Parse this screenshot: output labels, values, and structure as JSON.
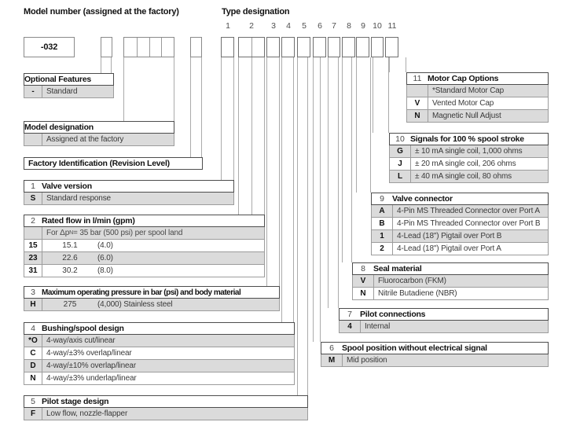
{
  "page": {
    "model_number_label": "Model number (assigned at the factory)",
    "type_designation_label": "Type designation",
    "model_number_value": "-032"
  },
  "type_slots": [
    "1",
    "2",
    "3",
    "4",
    "5",
    "6",
    "7",
    "8",
    "9",
    "10",
    "11"
  ],
  "colors": {
    "shaded_row": "#dbdbdb",
    "header_border": "#4d4d4d",
    "row_border": "#9c9c9c",
    "leg_line": "#ababab"
  },
  "tables": {
    "optional_features": {
      "title": "Optional Features",
      "rows": [
        {
          "code": "-",
          "desc": "Standard",
          "shaded": true
        }
      ]
    },
    "model_designation": {
      "title": "Model designation",
      "rows": [
        {
          "code": "",
          "desc": "Assigned at the factory",
          "shaded": true
        }
      ]
    },
    "factory_identification": {
      "title": "Factory Identification (Revision Level)",
      "header_only": true
    },
    "t1": {
      "num": "1",
      "title": "Valve version",
      "rows": [
        {
          "code": "S",
          "desc": "Standard response",
          "shaded": true
        }
      ]
    },
    "t2": {
      "num": "2",
      "title": "Rated flow in l/min (gpm)",
      "subheader": {
        "pre": "For Δp",
        "sub": "N",
        "post": " = 35 bar (500 psi) per spool land"
      },
      "rows": [
        {
          "code": "15",
          "cols": [
            "15.1",
            "(4.0)"
          ]
        },
        {
          "code": "23",
          "cols": [
            "22.6",
            "(6.0)"
          ],
          "shaded": true
        },
        {
          "code": "31",
          "cols": [
            "30.2",
            "(8.0)"
          ]
        }
      ]
    },
    "t3": {
      "num": "3",
      "title": "Maximum operating pressure in bar (psi) and body material",
      "rows": [
        {
          "code": "H",
          "cols": [
            "275",
            "(4,000) Stainless steel"
          ],
          "shaded": true
        }
      ]
    },
    "t4": {
      "num": "4",
      "title": "Bushing/spool design",
      "rows": [
        {
          "code": "*O",
          "desc": "4-way/axis cut/linear",
          "shaded": true
        },
        {
          "code": "C",
          "desc": "4-way/±3% overlap/linear"
        },
        {
          "code": "D",
          "desc": "4-way/±10% overlap/linear",
          "shaded": true
        },
        {
          "code": "N",
          "desc": "4-way/±3% underlap/linear"
        }
      ]
    },
    "t5": {
      "num": "5",
      "title": "Pilot stage design",
      "rows": [
        {
          "code": "F",
          "desc": "Low flow, nozzle-flapper",
          "shaded": true
        }
      ]
    },
    "t6": {
      "num": "6",
      "title": "Spool position without electrical signal",
      "rows": [
        {
          "code": "M",
          "desc": "Mid position",
          "shaded": true
        }
      ]
    },
    "t7": {
      "num": "7",
      "title": "Pilot connections",
      "rows": [
        {
          "code": "4",
          "desc": "Internal",
          "shaded": true
        }
      ]
    },
    "t8": {
      "num": "8",
      "title": "Seal material",
      "rows": [
        {
          "code": "V",
          "desc": "Fluorocarbon (FKM)",
          "shaded": true
        },
        {
          "code": "N",
          "desc": "Nitrile Butadiene (NBR)"
        }
      ]
    },
    "t9": {
      "num": "9",
      "title": "Valve connector",
      "rows": [
        {
          "code": "A",
          "desc": "4-Pin MS Threaded Connector over Port A",
          "shaded": true
        },
        {
          "code": "B",
          "desc": "4-Pin MS Threaded Connector over Port B"
        },
        {
          "code": "1",
          "desc": "4-Lead (18\") Pigtail over Port B",
          "shaded": true
        },
        {
          "code": "2",
          "desc": "4-Lead (18\") Pigtail over Port A"
        }
      ]
    },
    "t10": {
      "num": "10",
      "title": "Signals for 100 % spool stroke",
      "rows": [
        {
          "code": "G",
          "desc": "± 10 mA single coil, 1,000 ohms",
          "shaded": true
        },
        {
          "code": "J",
          "desc": "± 20 mA single coil, 206 ohms"
        },
        {
          "code": "L",
          "desc": "± 40 mA single coil, 80 ohms",
          "shaded": true
        }
      ]
    },
    "t11": {
      "num": "11",
      "title": "Motor Cap Options",
      "rows": [
        {
          "code": "",
          "desc": "*Standard Motor Cap",
          "shaded": true
        },
        {
          "code": "V",
          "desc": "Vented Motor Cap"
        },
        {
          "code": "N",
          "desc": "Magnetic Null Adjust",
          "shaded": true
        }
      ]
    }
  }
}
